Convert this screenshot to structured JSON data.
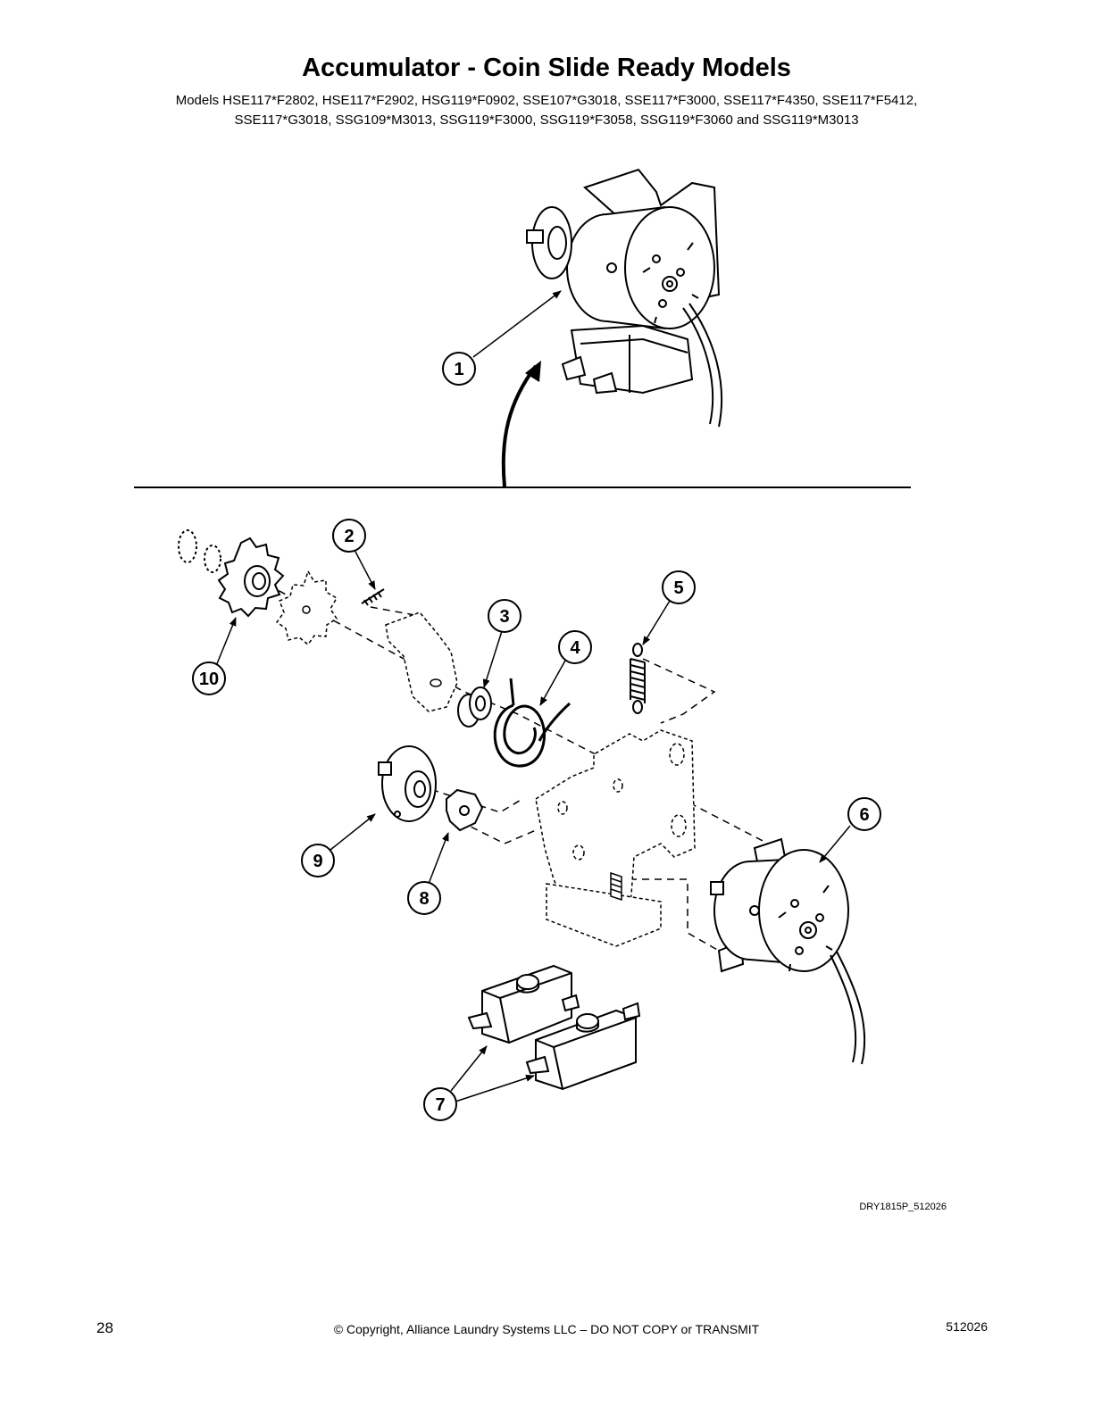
{
  "header": {
    "title": "Accumulator - Coin Slide Ready Models",
    "models_line1": "Models HSE117*F2802, HSE117*F2902, HSG119*F0902, SSE107*G3018, SSE117*F3000, SSE117*F4350, SSE117*F5412,",
    "models_line2": "SSE117*G3018, SSG109*M3013, SSG119*F3000, SSG119*F3058, SSG119*F3060 and SSG119*M3013"
  },
  "callouts": {
    "c1": "1",
    "c2": "2",
    "c3": "3",
    "c4": "4",
    "c5": "5",
    "c6": "6",
    "c7": "7",
    "c8": "8",
    "c9": "9",
    "c10": "10"
  },
  "drawing_code": "DRY1815P_512026",
  "footer": {
    "page_number": "28",
    "copyright": "© Copyright, Alliance Laundry Systems LLC – DO NOT COPY or TRANSMIT",
    "doc_number": "512026"
  }
}
